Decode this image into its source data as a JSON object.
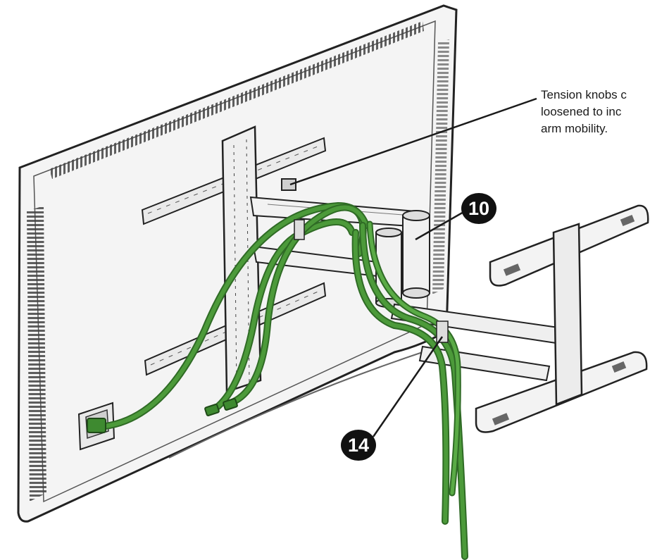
{
  "callout": {
    "lines": [
      "Tension knobs c",
      "loosened to inc",
      "arm mobility."
    ]
  },
  "badges": [
    {
      "id": "10",
      "label": "10"
    },
    {
      "id": "14",
      "label": "14"
    }
  ],
  "colors": {
    "cable": "#4c9a3a",
    "cable_dark": "#2f6b25",
    "line": "#1a1a1a",
    "badge": "#111111"
  }
}
